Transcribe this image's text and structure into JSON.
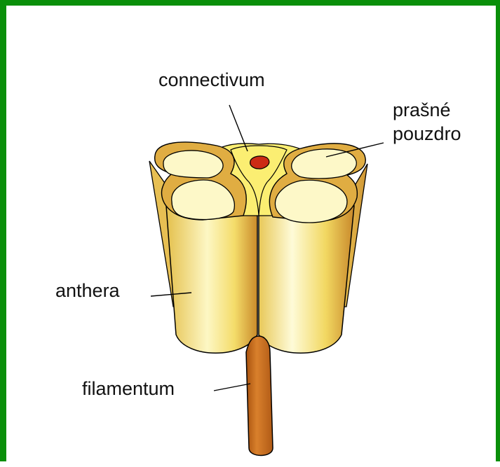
{
  "labels": {
    "connectivum": "connectivum",
    "prasne_line1": "prašné",
    "prasne_line2": "pouzdro",
    "anthera": "anthera",
    "filamentum": "filamentum"
  },
  "colors": {
    "frame": "#0a8f0a",
    "pale_yellow": "#fdf8c8",
    "yellow": "#fbef76",
    "ochre": "#e0ad42",
    "red": "#cc2a14",
    "filament": "#c96a1c"
  }
}
